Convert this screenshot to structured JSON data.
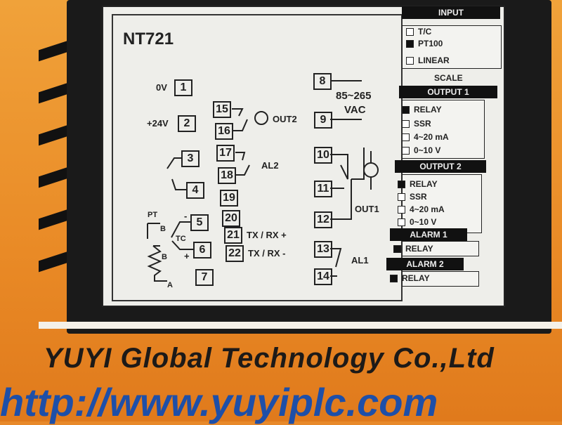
{
  "label": {
    "model": "NT721",
    "left_terminals": [
      {
        "n": "1",
        "t": "0V"
      },
      {
        "n": "2",
        "t": "+24V"
      },
      {
        "n": "3"
      },
      {
        "n": "4"
      },
      {
        "n": "5"
      },
      {
        "n": "6"
      },
      {
        "n": "7"
      }
    ],
    "mid_terminals": [
      {
        "n": "15"
      },
      {
        "n": "16"
      },
      {
        "n": "17"
      },
      {
        "n": "18"
      },
      {
        "n": "19"
      },
      {
        "n": "20"
      },
      {
        "n": "21",
        "t": "TX / RX +"
      },
      {
        "n": "22",
        "t": "TX / RX -"
      }
    ],
    "right_terminals": [
      {
        "n": "8"
      },
      {
        "n": "9"
      },
      {
        "n": "10"
      },
      {
        "n": "11"
      },
      {
        "n": "12"
      },
      {
        "n": "13"
      },
      {
        "n": "14"
      }
    ],
    "annotations": {
      "power": "85~265",
      "vac": "VAC",
      "out2": "OUT2",
      "al2": "AL2",
      "out1": "OUT1",
      "al1": "AL1",
      "pt": "PT",
      "tc": "TC",
      "b1": "B",
      "b2": "B",
      "a": "A",
      "minus": "-",
      "plus": "+"
    }
  },
  "panel": {
    "input": {
      "title": "INPUT",
      "options": [
        {
          "label": "T/C",
          "checked": false
        },
        {
          "label": "PT100",
          "checked": true
        },
        {
          "label": "LINEAR",
          "checked": false
        }
      ]
    },
    "scale": "SCALE",
    "output1": {
      "title": "OUTPUT 1",
      "options": [
        {
          "label": "RELAY",
          "checked": true
        },
        {
          "label": "SSR",
          "checked": false
        },
        {
          "label": "4~20 mA",
          "checked": false
        },
        {
          "label": "0~10 V",
          "checked": false
        }
      ]
    },
    "output2": {
      "title": "OUTPUT 2",
      "options": [
        {
          "label": "RELAY",
          "checked": true
        },
        {
          "label": "SSR",
          "checked": false
        },
        {
          "label": "4~20 mA",
          "checked": false
        },
        {
          "label": "0~10 V",
          "checked": false
        }
      ]
    },
    "alarm1": {
      "title": "ALARM 1",
      "options": [
        {
          "label": "RELAY",
          "checked": true
        }
      ]
    },
    "alarm2": {
      "title": "ALARM 2",
      "options": [
        {
          "label": "RELAY",
          "checked": true
        }
      ]
    }
  },
  "watermark": {
    "company": "YUYI Global Technology Co.,Ltd",
    "url": "http://www.yuyiplc.com"
  }
}
